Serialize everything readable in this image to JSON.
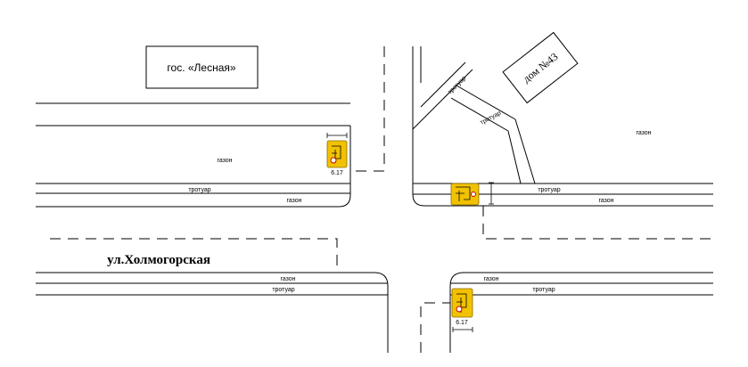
{
  "buildings": {
    "lesnaya": "гос. «Лесная»",
    "house43": "дом №43"
  },
  "street": {
    "name": "ул.Холмогорская"
  },
  "labels": {
    "gazon_top_left": "газон",
    "sidewalk_top_left": "тротуар",
    "gazon_top_left_lower": "газон",
    "sidewalk_top_right": "тротуар",
    "gazon_top_right": "газон",
    "gazon_far_right": "газон",
    "path_a": "тротуар",
    "path_b": "тротуар",
    "gazon_bottom_left": "газон",
    "sidewalk_bottom_left": "тротуар",
    "gazon_bottom_right": "газон",
    "sidewalk_bottom_right": "тротуар"
  },
  "signs": {
    "left_top": "6.17",
    "bottom_right": "6.17",
    "color": "#f2c200"
  }
}
